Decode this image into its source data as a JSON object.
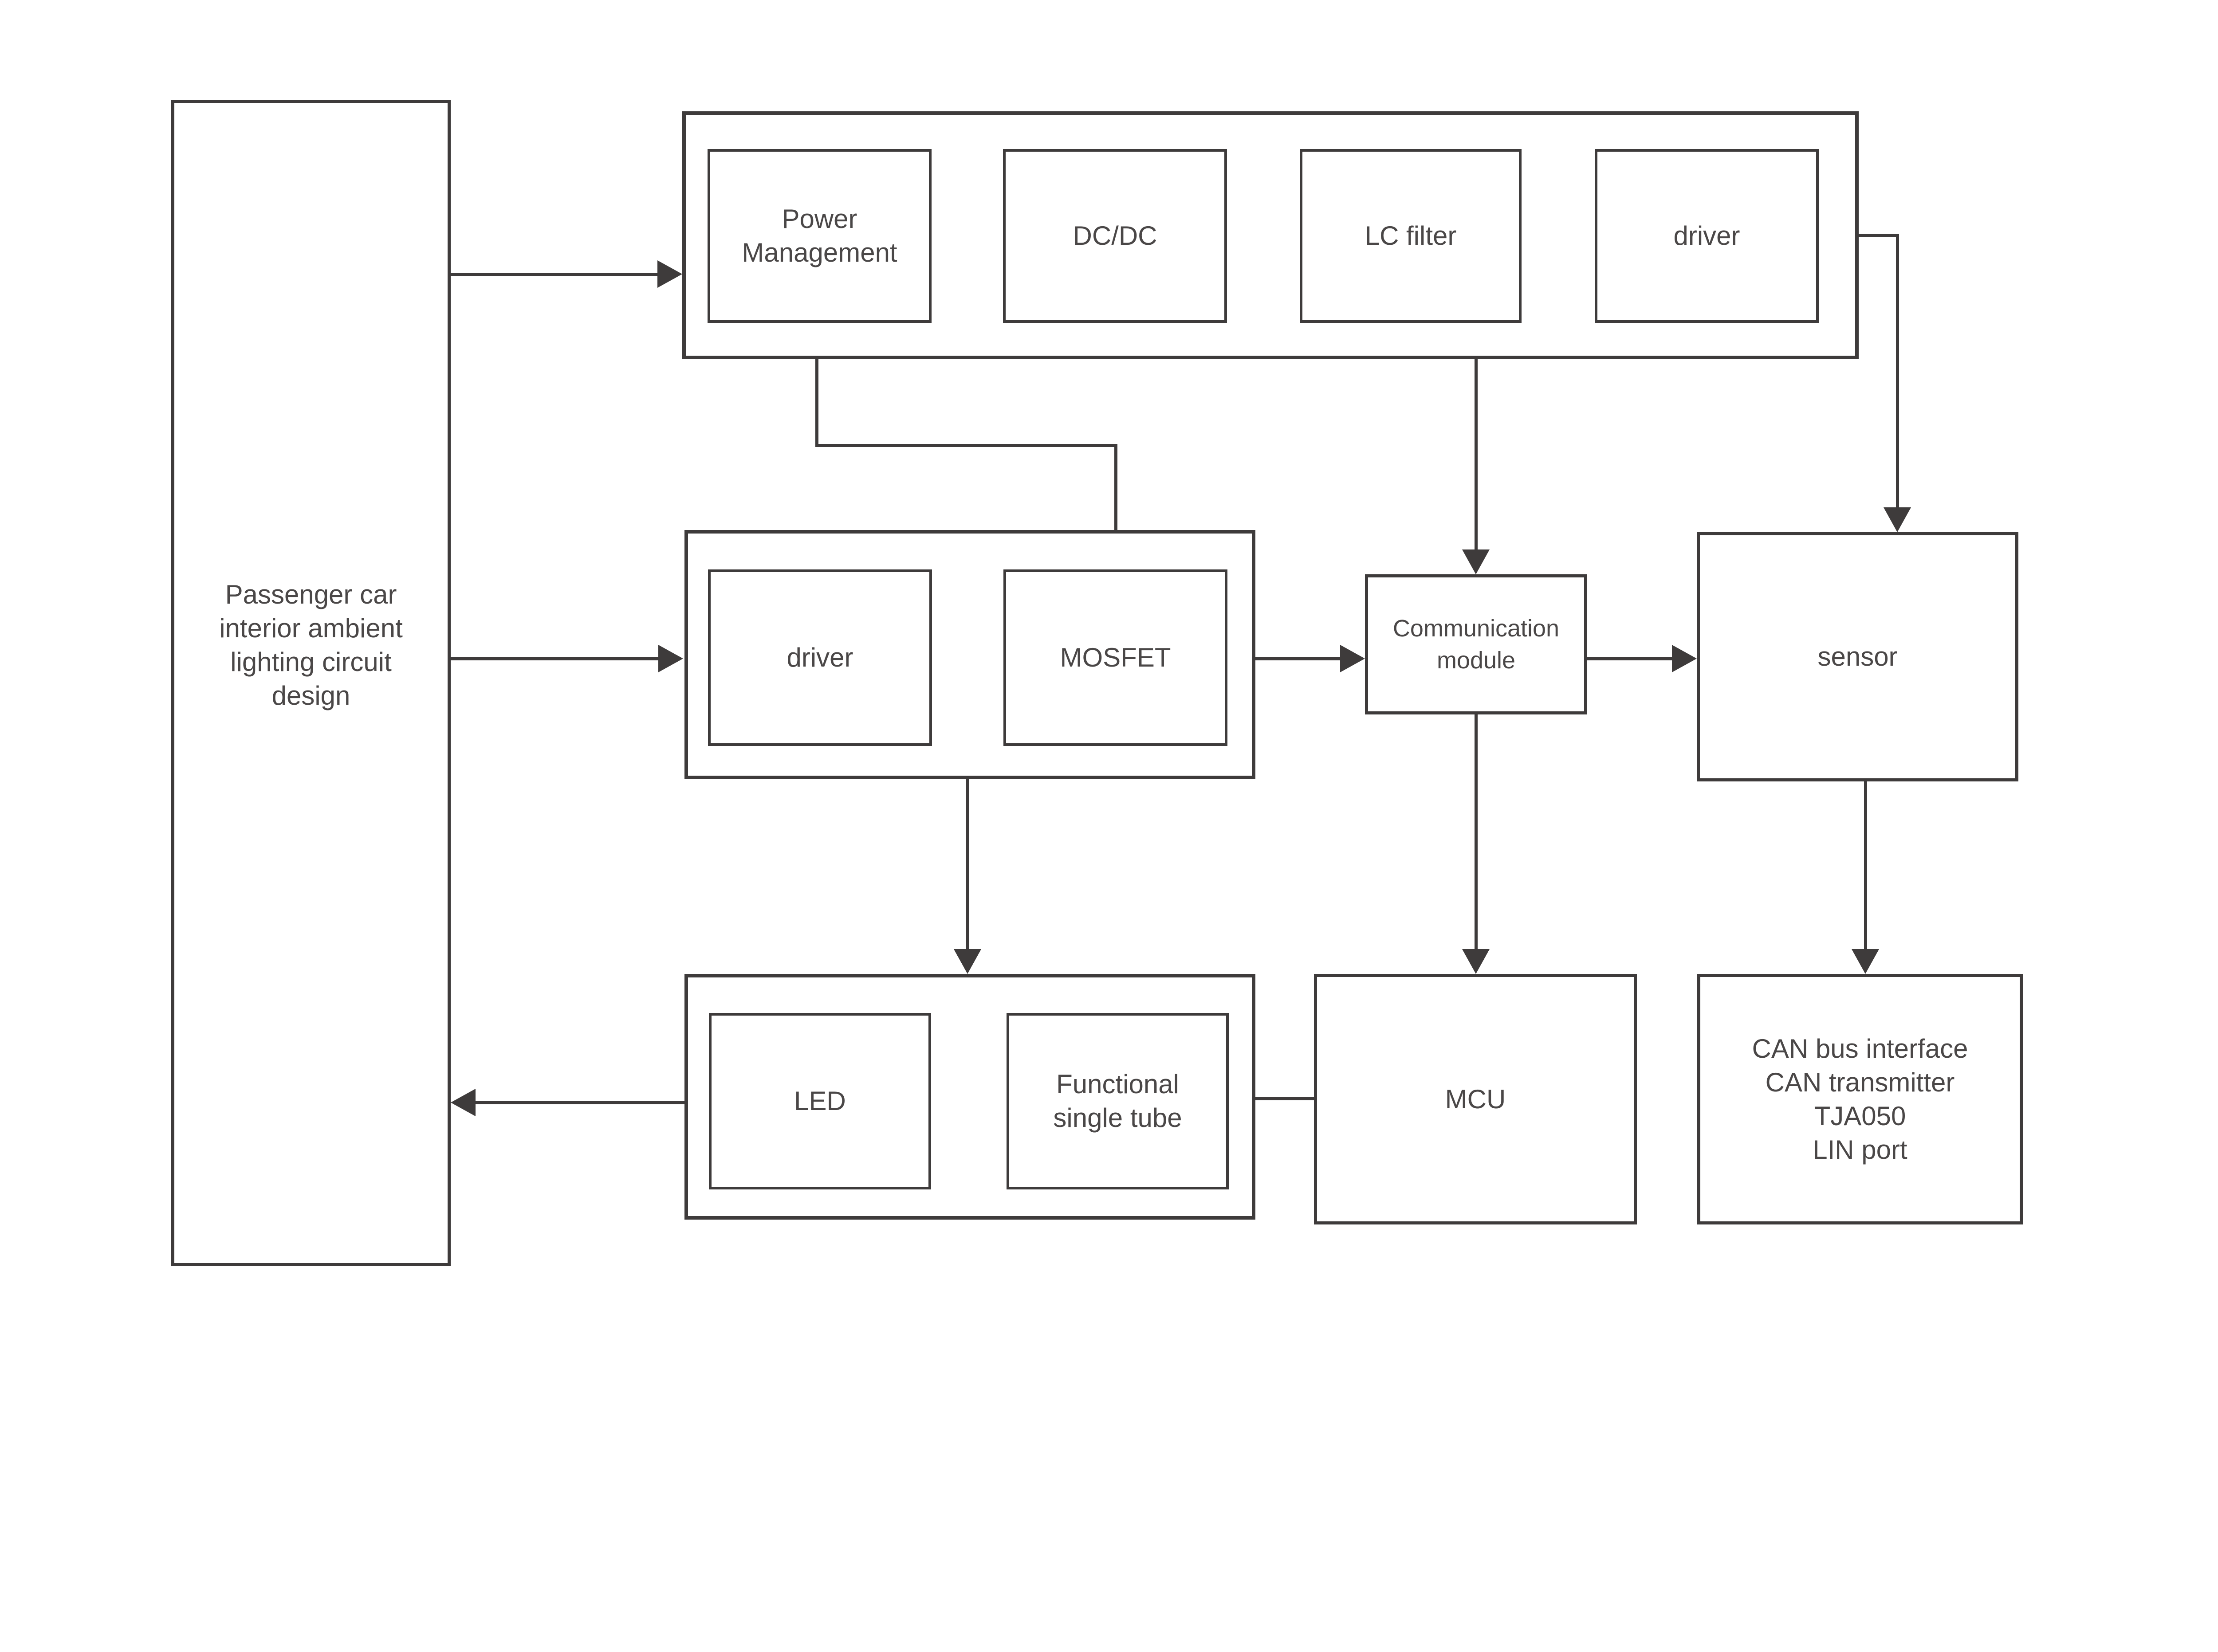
{
  "colors": {
    "background": "#ffffff",
    "line": "#3e3b3b",
    "text": "#4a4747"
  },
  "diagram": {
    "root": {
      "label": "Passenger car\ninterior ambient\nlighting circuit\ndesign"
    },
    "power_chain": {
      "power_management": {
        "label": "Power\nManagement"
      },
      "dcdc": {
        "label": "DC/DC"
      },
      "lc_filter": {
        "label": "LC filter"
      },
      "driver": {
        "label": "driver"
      }
    },
    "drive_chain": {
      "driver": {
        "label": "driver"
      },
      "mosfet": {
        "label": "MOSFET"
      }
    },
    "communication_module": {
      "label": "Communication\nmodule"
    },
    "sensor": {
      "label": "sensor"
    },
    "output_chain": {
      "led": {
        "label": "LED"
      },
      "functional_single_tube": {
        "label": "Functional\nsingle tube"
      }
    },
    "mcu": {
      "label": "MCU"
    },
    "can_interface": {
      "label": "CAN bus interface\nCAN transmitter\nTJA050\nLIN port"
    }
  }
}
